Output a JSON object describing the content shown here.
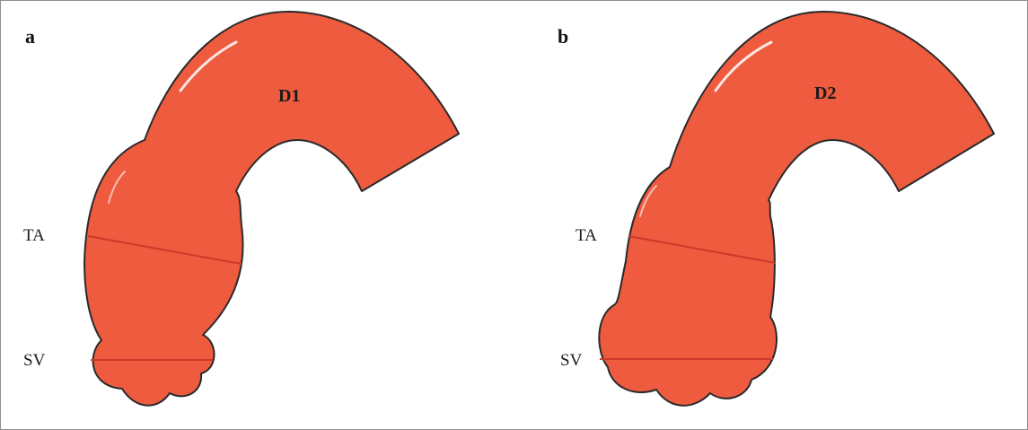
{
  "colors": {
    "aorta_fill": "#ee5b3f",
    "measure_line": "#c93a2a",
    "outline": "#2a2a2a"
  },
  "panels": [
    {
      "letter": "a",
      "segment_label": "D1",
      "labels": {
        "upper": "TA",
        "lower": "SV"
      }
    },
    {
      "letter": "b",
      "segment_label": "D2",
      "labels": {
        "upper": "TA",
        "lower": "SV"
      }
    }
  ]
}
